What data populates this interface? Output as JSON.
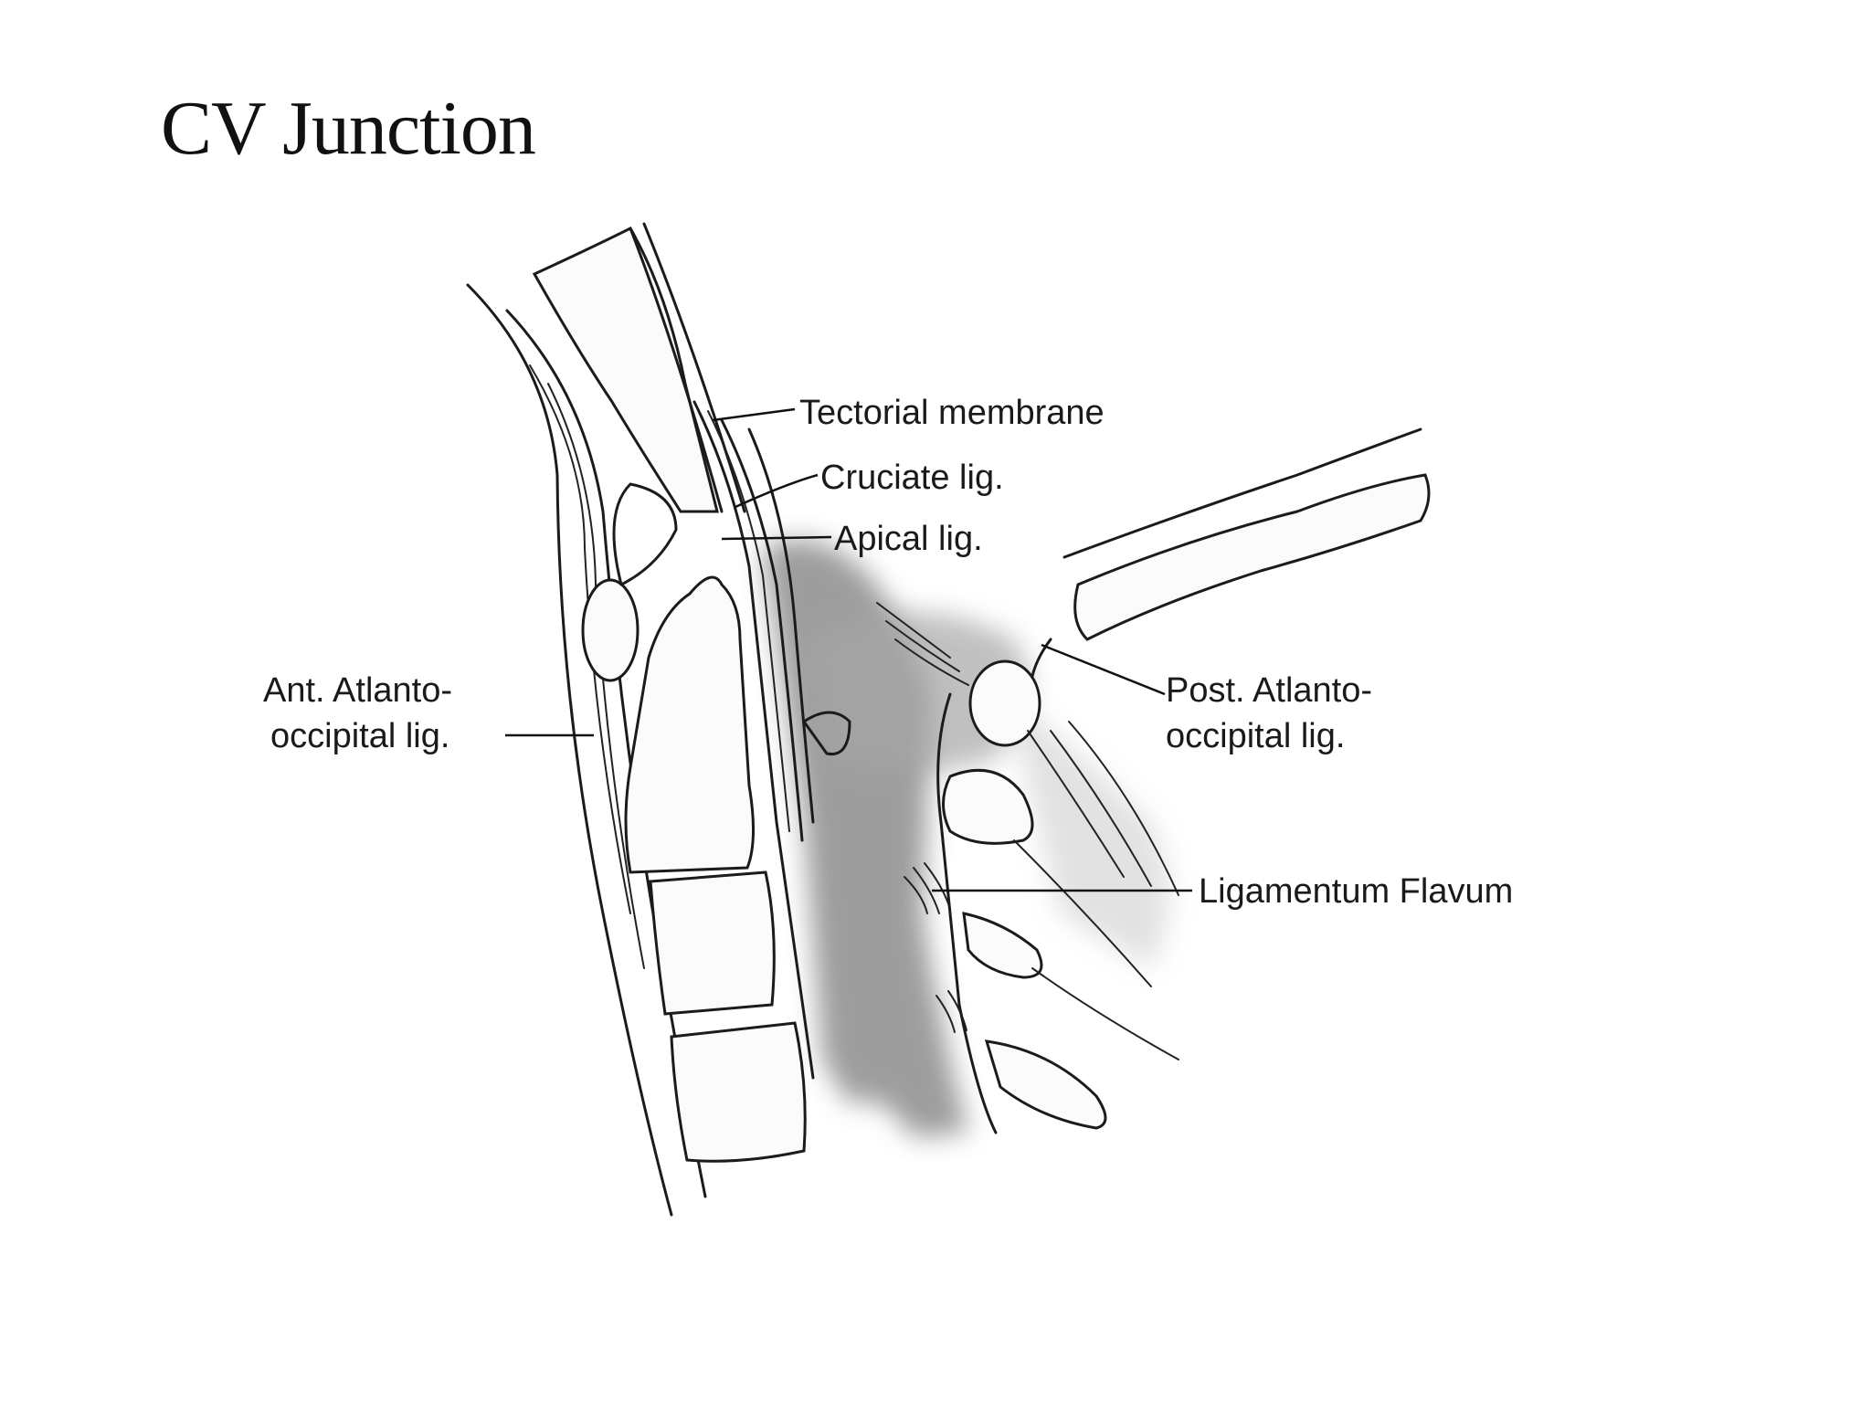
{
  "slide": {
    "title": "CV Junction"
  },
  "labels": {
    "tectorial": "Tectorial membrane",
    "cruciate": "Cruciate lig.",
    "apical": "Apical lig.",
    "ant_line1": "Ant.  Atlanto-",
    "ant_line2": "occipital lig.",
    "post_line1": "Post. Atlanto-",
    "post_line2": "occipital lig.",
    "flavum": "Ligamentum Flavum"
  },
  "colors": {
    "ink": "#1b1b1b",
    "shade": "#8a8a8a",
    "bone_fill": "#fbfbfb"
  }
}
